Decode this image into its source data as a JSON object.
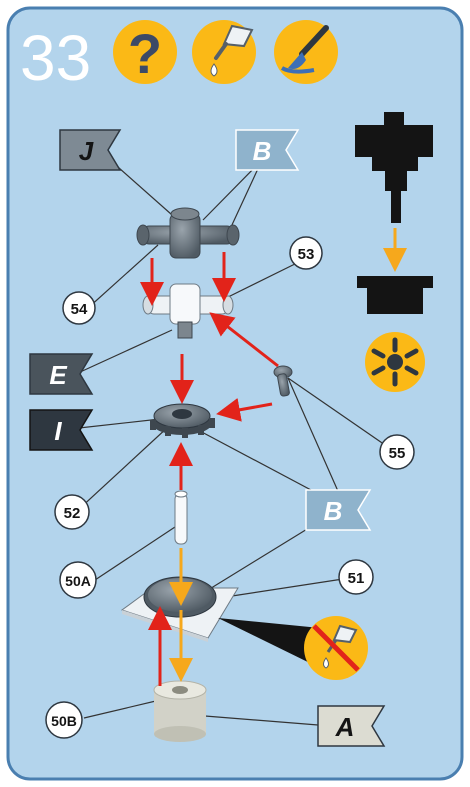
{
  "step": {
    "number": "33"
  },
  "header_icons": [
    "question-icon",
    "glue-icon",
    "paint-brush-icon"
  ],
  "flags": {
    "J": "J",
    "B_top": "B",
    "E": "E",
    "I": "I",
    "B_mid": "B",
    "A": "A"
  },
  "callouts": {
    "c53": "53",
    "c54": "54",
    "c55": "55",
    "c52": "52",
    "c50A": "50A",
    "c51": "51",
    "c50B": "50B"
  },
  "colors": {
    "panel": "#b3d4ec",
    "panel_border": "#4a7fb0",
    "badge": "#fbb916",
    "flag_gray": "#7e8a94",
    "flag_blue": "#8fb3cc",
    "flag_dark": "#2e3740",
    "arrow_red": "#e2231a",
    "arrow_orange": "#f6a81c"
  }
}
